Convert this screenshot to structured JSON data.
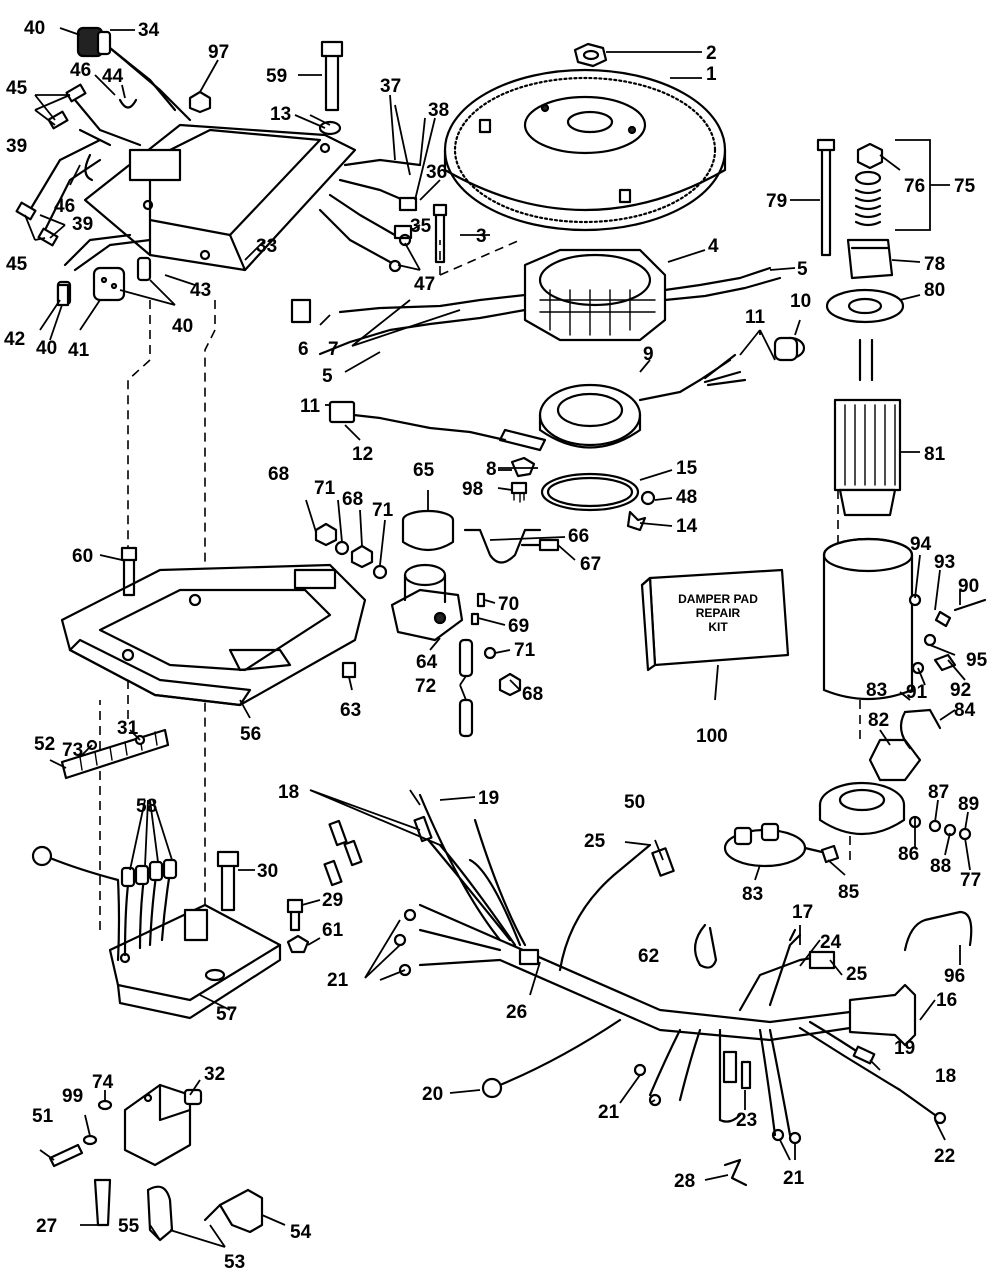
{
  "diagram": {
    "damper_pad_box": {
      "line1": "DAMPER PAD",
      "line2": "REPAIR",
      "line3": "KIT"
    },
    "callouts": {
      "c1": "1",
      "c2": "2",
      "c3": "3",
      "c4": "4",
      "c5a": "5",
      "c5b": "5",
      "c6": "6",
      "c7": "7",
      "c8": "8",
      "c9": "9",
      "c10": "10",
      "c11a": "11",
      "c11b": "11",
      "c12": "12",
      "c13": "13",
      "c14": "14",
      "c15": "15",
      "c16": "16",
      "c17": "17",
      "c18a": "18",
      "c18b": "18",
      "c19a": "19",
      "c19b": "19",
      "c20": "20",
      "c21a": "21",
      "c21b": "21",
      "c21c": "21",
      "c22": "22",
      "c23": "23",
      "c24": "24",
      "c25a": "25",
      "c25b": "25",
      "c26": "26",
      "c27": "27",
      "c28": "28",
      "c29": "29",
      "c30": "30",
      "c31": "31",
      "c32": "32",
      "c33": "33",
      "c34": "34",
      "c35": "35",
      "c36": "36",
      "c37": "37",
      "c38": "38",
      "c39a": "39",
      "c39b": "39",
      "c40a": "40",
      "c40b": "40",
      "c40c": "40",
      "c41": "41",
      "c42": "42",
      "c43": "43",
      "c44": "44",
      "c45a": "45",
      "c45b": "45",
      "c46a": "46",
      "c46b": "46",
      "c47": "47",
      "c48": "48",
      "c50": "50",
      "c51": "51",
      "c52": "52",
      "c53": "53",
      "c54": "54",
      "c55": "55",
      "c56": "56",
      "c57": "57",
      "c58": "58",
      "c59": "59",
      "c60": "60",
      "c61": "61",
      "c62": "62",
      "c63": "63",
      "c64": "64",
      "c65": "65",
      "c66": "66",
      "c67": "67",
      "c68a": "68",
      "c68b": "68",
      "c68c": "68",
      "c69": "69",
      "c70": "70",
      "c71a": "71",
      "c71b": "71",
      "c71c": "71",
      "c72": "72",
      "c73": "73",
      "c74": "74",
      "c75": "75",
      "c76": "76",
      "c77": "77",
      "c78": "78",
      "c79": "79",
      "c80": "80",
      "c81": "81",
      "c82": "82",
      "c83a": "83",
      "c83b": "83",
      "c84": "84",
      "c85": "85",
      "c86": "86",
      "c87": "87",
      "c88": "88",
      "c89": "89",
      "c90": "90",
      "c91": "91",
      "c92": "92",
      "c93": "93",
      "c94": "94",
      "c95": "95",
      "c96": "96",
      "c97": "97",
      "c98": "98",
      "c99": "99",
      "c100": "100"
    }
  }
}
